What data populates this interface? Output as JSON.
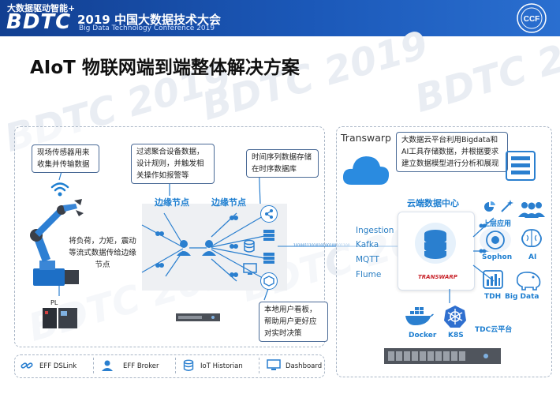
{
  "header": {
    "slogan": "大数据驱动智能+",
    "brand": "BDTC",
    "conference_cn": "2019 中国大数据技术大会",
    "conference_en": "Big Data Technology Conference 2019"
  },
  "title": "AIoT 物联网端到端整体解决方案",
  "watermark": "BDTC 2019",
  "edge": {
    "callout_sensor": "现场传感器用来收集并传输数据",
    "callout_filter": "过滤聚合设备数据，设计规则，并触发相关操作如报警等",
    "callout_timeseries": "时间序列数据存储在时序数据库",
    "callout_robot": "将负荷，力矩，震动等流式数据传给边缘节点",
    "callout_local": "本地用户看板，帮助用户更好应对实时决策",
    "node_label_1": "边缘节点",
    "node_label_2": "边缘节点",
    "plc_label": "PL",
    "binary": "1010011101010100100101100"
  },
  "legend": [
    {
      "label": "EFF DSLink",
      "icon": "link-icon"
    },
    {
      "label": "EFF Broker",
      "icon": "user-icon"
    },
    {
      "label": "IoT Historian",
      "icon": "database-icon"
    },
    {
      "label": "Dashboard",
      "icon": "dashboard-icon"
    }
  ],
  "cloud": {
    "vendor": "Transwarp",
    "callout": "大数据云平台利用Bigdata和AI工具存储数据，并根据要求建立数据模型进行分析和展现",
    "center_label": "云端数据中心",
    "protocols": [
      "Ingestion",
      "Kafka",
      "MQTT",
      "Flume"
    ],
    "transwarp_logo": "TRANSWARP",
    "apps_label": "上层应用",
    "sophon": "Sophon",
    "ai": "AI",
    "tdh": "TDH",
    "bigdata": "Big Data",
    "docker": "Docker",
    "k8s": "K8S",
    "tdc": "TDC云平台"
  },
  "colors": {
    "header": "#1b58b8",
    "accent": "#1d7ed0",
    "panel_border": "#a9b6c6",
    "node_bg": "#eef0f3"
  }
}
